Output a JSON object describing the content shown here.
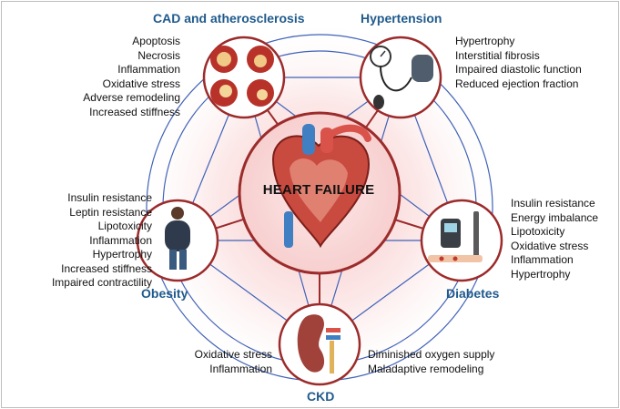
{
  "center": {
    "title": "HEART FAILURE"
  },
  "conditions": {
    "cad": {
      "title": "CAD and atherosclerosis",
      "effects": [
        "Apoptosis",
        "Necrosis",
        "Inflammation",
        "Oxidative stress",
        "Adverse remodeling",
        "Increased stiffness"
      ]
    },
    "hypertension": {
      "title": "Hypertension",
      "effects": [
        "Hypertrophy",
        "Interstitial fibrosis",
        "Impaired diastolic function",
        "Reduced ejection fraction"
      ]
    },
    "obesity": {
      "title": "Obesity",
      "effects": [
        "Insulin resistance",
        "Leptin resistance",
        "Lipotoxicity",
        "Inflammation",
        "Hypertrophy",
        "Increased stiffness",
        "Impaired contractility"
      ]
    },
    "diabetes": {
      "title": "Diabetes",
      "effects": [
        "Insulin resistance",
        "Energy imbalance",
        "Lipotoxicity",
        "Oxidative stress",
        "Inflammation",
        "Hypertrophy"
      ]
    },
    "ckd": {
      "title": "CKD",
      "effects_left": [
        "Oxidative stress",
        "Inflammation"
      ],
      "effects_right": [
        "Diminished oxygen supply",
        "Maladaptive remodeling"
      ]
    }
  },
  "colors": {
    "title_blue": "#1f5a8c",
    "ring_blue": "#3f62b8",
    "connector_red": "#9c2b2b",
    "glow": "#f2b4b4"
  }
}
